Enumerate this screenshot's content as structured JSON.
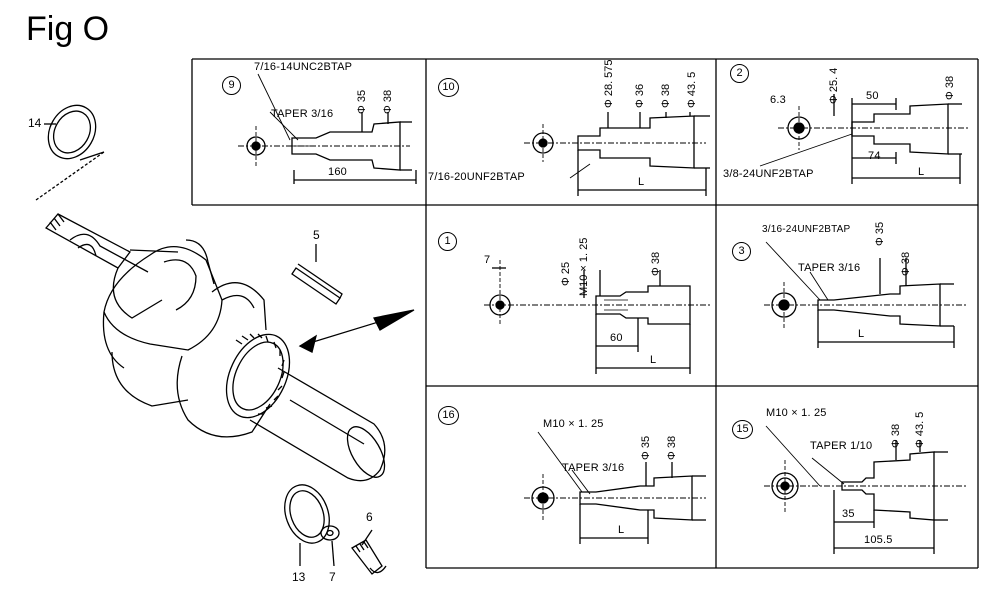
{
  "figure": {
    "title": "Fig O"
  },
  "parts": {
    "p14": "14",
    "p5": "5",
    "p6": "6",
    "p13": "13",
    "p7": "7"
  },
  "panels": {
    "p9": {
      "id": "9",
      "thread": "7/16-14UNC2BTAP",
      "taper": "TAPER 3/16",
      "d1": "Φ 35",
      "d2": "Φ 38",
      "len": "160"
    },
    "p10": {
      "id": "10",
      "thread": "7/16-20UNF2BTAP",
      "d1": "Φ 28. 575",
      "d2": "Φ 36",
      "d3": "Φ 38",
      "d4": "Φ 43. 5",
      "len": "L"
    },
    "p2": {
      "id": "2",
      "thread": "3/8-24UNF2BTAP",
      "key": "6.3",
      "d1": "Φ 25. 4",
      "d2": "Φ 38",
      "len1": "50",
      "len2": "74",
      "len": "L"
    },
    "p1": {
      "id": "1",
      "key": "7",
      "d1": "Φ 25",
      "thread": "M10 × 1. 25",
      "d2": "Φ 38",
      "len1": "60",
      "len": "L"
    },
    "p3": {
      "id": "3",
      "thread": "3/16-24UNF2BTAP",
      "taper": "TAPER 3/16",
      "d1": "Φ 35",
      "d2": "Φ 38",
      "len": "L"
    },
    "p16": {
      "id": "16",
      "thread": "M10 × 1. 25",
      "taper": "TAPER 3/16",
      "d1": "Φ 35",
      "d2": "Φ 38",
      "len": "L"
    },
    "p15": {
      "id": "15",
      "thread": "M10 × 1. 25",
      "taper": "TAPER 1/10",
      "d1": "Φ 38",
      "d2": "Φ 43. 5",
      "len1": "35",
      "len2": "105.5"
    }
  }
}
